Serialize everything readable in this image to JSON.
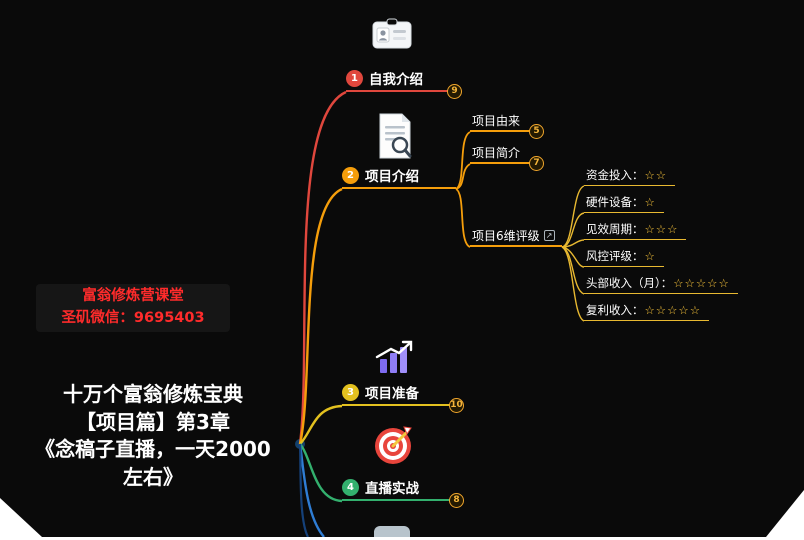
{
  "colors": {
    "background": "#0a0a0a",
    "branch_red": "#e0473d",
    "branch_orange": "#f59e0b",
    "branch_yellow": "#e3c11f",
    "branch_green": "#33b06e",
    "branch_blue": "#2f7dd4",
    "star": "#ffc93c",
    "contact_text": "#ff2b2b"
  },
  "icons": {
    "external_link": "↗"
  },
  "left_panel": {
    "contact_line1": "富翁修炼营课堂",
    "contact_line2": "圣矶微信：9695403",
    "title_line1": "十万个富翁修炼宝典",
    "title_line2": "【项目篇】第3章",
    "title_line3": "《念稿子直播，一天2000",
    "title_line4": "左右》"
  },
  "mindmap": {
    "nodes": [
      {
        "num": "1",
        "label": "自我介绍",
        "badge": "9"
      },
      {
        "num": "2",
        "label": "项目介绍"
      },
      {
        "num": "3",
        "label": "项目准备",
        "badge": "10"
      },
      {
        "num": "4",
        "label": "直播实战",
        "badge": "8"
      }
    ],
    "subnodes": [
      {
        "label": "项目由来",
        "badge": "5"
      },
      {
        "label": "项目简介",
        "badge": "7"
      },
      {
        "label": "项目6维评级"
      }
    ],
    "ratings": [
      {
        "label": "资金投入：",
        "stars": "☆☆"
      },
      {
        "label": "硬件设备：",
        "stars": "☆"
      },
      {
        "label": "见效周期：",
        "stars": "☆☆☆"
      },
      {
        "label": "风控评级：",
        "stars": "☆"
      },
      {
        "label": "头部收入（月）：",
        "stars": "☆☆☆☆☆"
      },
      {
        "label": "复利收入：",
        "stars": "☆☆☆☆☆"
      }
    ]
  }
}
